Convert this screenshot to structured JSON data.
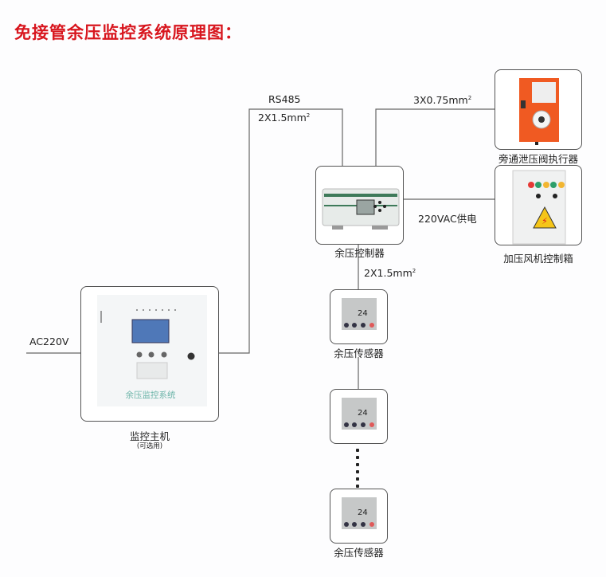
{
  "title": "免接管余压监控系统原理图：",
  "wires": {
    "rs485": "RS485",
    "rs485_cable": "2X1.5mm",
    "rs485_cable_sup": "2",
    "actuator_cable": "3X0.75mm",
    "actuator_cable_sup": "2",
    "power_supply": "220VAC供电",
    "sensor_cable": "2X1.5mm",
    "sensor_cable_sup": "2",
    "mains": "AC220V"
  },
  "devices": {
    "host": {
      "label": "监控主机",
      "note": "(可选用)",
      "panel_text": "余压监控系统"
    },
    "controller": {
      "label": "余压控制器"
    },
    "actuator": {
      "label": "旁通泄压阀执行器"
    },
    "fan_box": {
      "label": "加压风机控制箱"
    },
    "sensor_1": {
      "label": "余压传感器",
      "display": "24"
    },
    "sensor_2": {
      "display": "24"
    },
    "sensor_n": {
      "label": "余压传感器",
      "display": "24"
    }
  },
  "colors": {
    "title": "#d8161e",
    "actuator": "#f05a22",
    "lcd": "#4f78b8",
    "indicator_lights": [
      "#e53935",
      "#2e9e6a",
      "#f2b632",
      "#2e9e6a",
      "#f2b632"
    ]
  }
}
